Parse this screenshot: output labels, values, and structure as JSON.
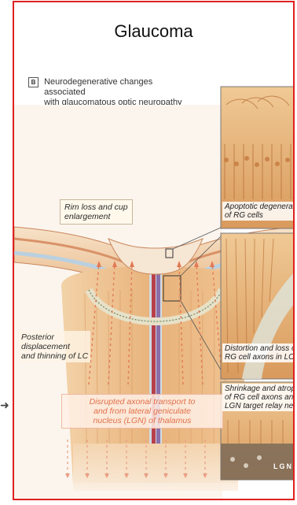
{
  "title": "Glaucoma",
  "panel": {
    "badge": "B",
    "heading_line1": "Neurodegenerative changes associated",
    "heading_line2": "with glaucomatous optic neuropathy"
  },
  "labels": {
    "rim": [
      "Rim loss and cup",
      "enlargement"
    ],
    "posterior": [
      "Posterior",
      "displacement",
      "and thinning of LC"
    ],
    "transport": [
      "Disrupted axonal transport to",
      "and from lateral geniculate",
      "nucleus (LGN) of thalamus"
    ]
  },
  "insets": {
    "top": [
      "Apoptotic degeneratio",
      "of RG cells"
    ],
    "middle": [
      "Distortion and loss of",
      "RG cell axons in LC"
    ],
    "bottom": [
      "Shrinkage and atrophy",
      "of RG cell axons and o",
      "LGN target relay neuro"
    ],
    "lgn_text": "LGN"
  },
  "colors": {
    "frame": "#e02020",
    "axon": "#e8b27a",
    "vessel": "#b8404a",
    "arrow": "#e27a55"
  }
}
